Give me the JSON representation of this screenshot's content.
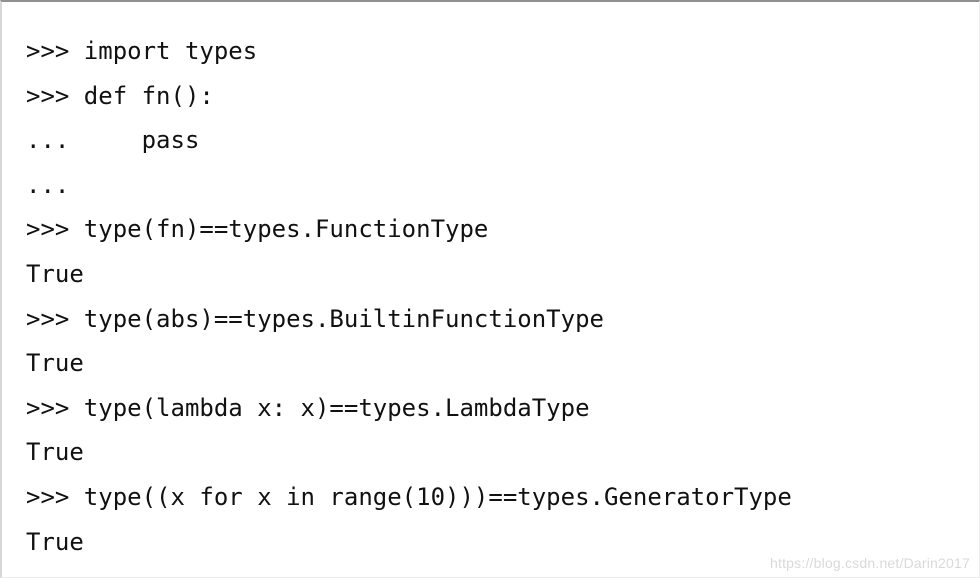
{
  "code": {
    "lines": [
      ">>> import types",
      ">>> def fn():",
      "...     pass",
      "...",
      ">>> type(fn)==types.FunctionType",
      "True",
      ">>> type(abs)==types.BuiltinFunctionType",
      "True",
      ">>> type(lambda x: x)==types.LambdaType",
      "True",
      ">>> type((x for x in range(10)))==types.GeneratorType",
      "True"
    ]
  },
  "watermark": {
    "text": "https://blog.csdn.net/Darin2017"
  }
}
